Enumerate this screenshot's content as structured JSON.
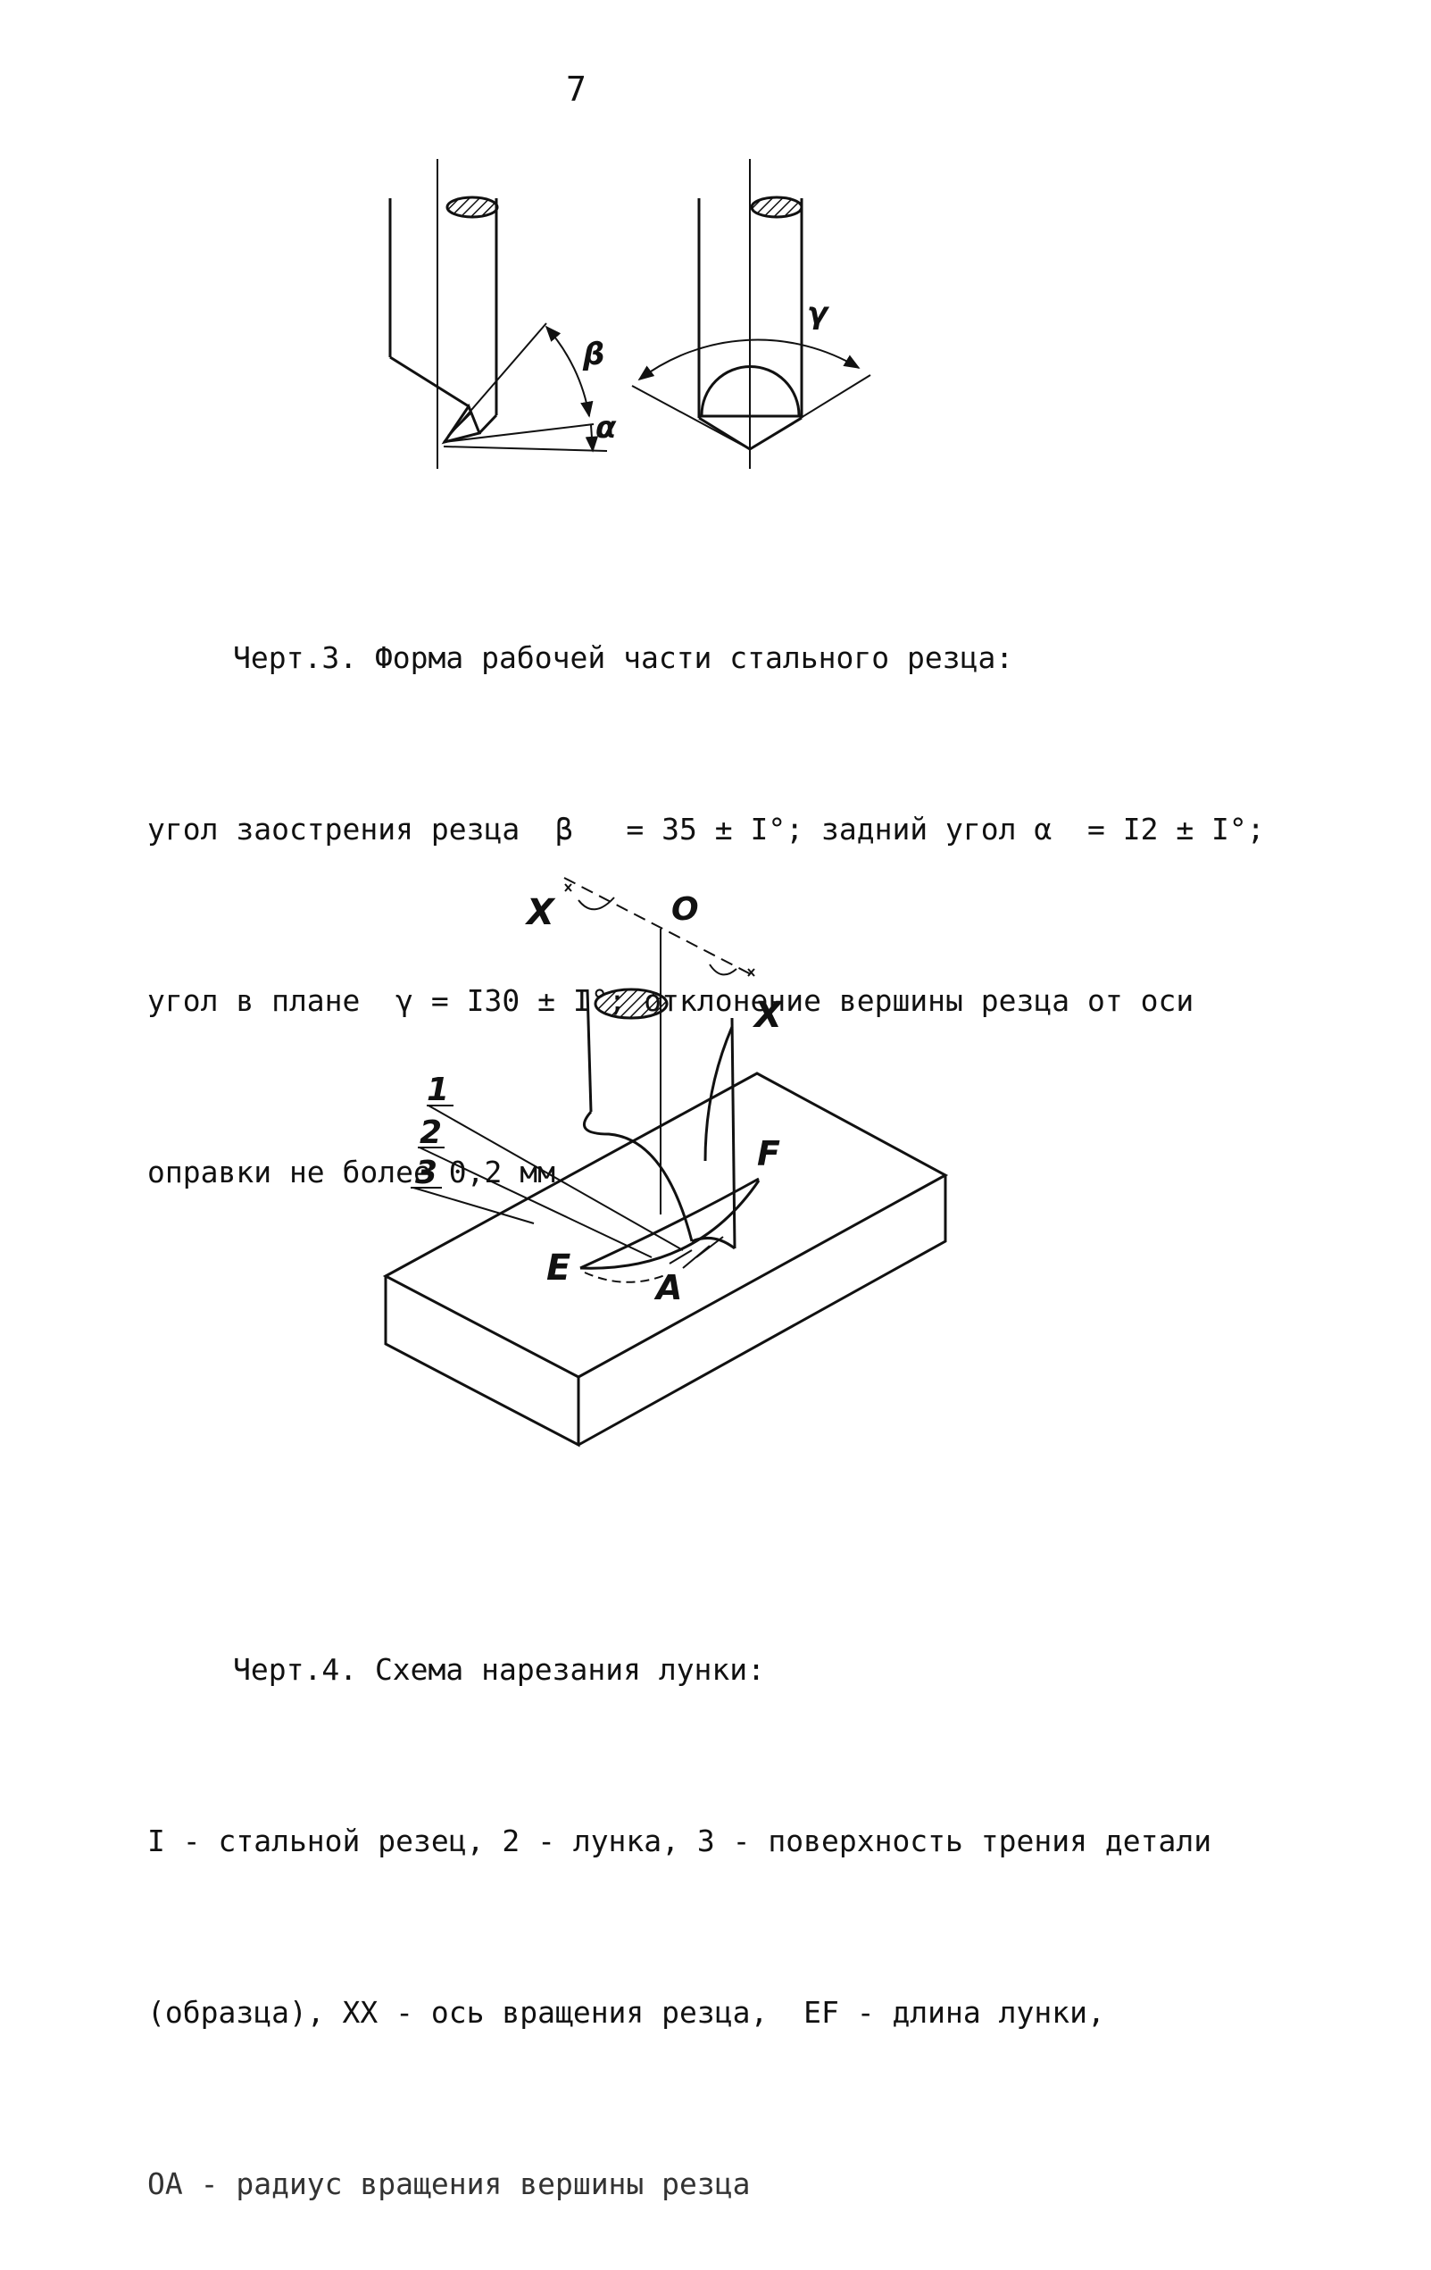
{
  "page_number": "7",
  "fig3": {
    "labels": {
      "beta": "β",
      "alpha": "α",
      "gamma": "γ"
    },
    "caption": {
      "title": "Черт.3. Форма рабочей части стального резца:",
      "line1": "угол заострения резца  β   = 35 ± I°; задний угол α  = I2 ± I°;",
      "line2": "угол в плане  γ = I30 ± I°; отклонение вершины резца от оси",
      "line3": "оправки не более 0,2 мм"
    }
  },
  "fig4": {
    "labels": {
      "x_left": "X",
      "x_right": "X",
      "o": "O",
      "n1": "1",
      "n2": "2",
      "n3": "3",
      "e": "E",
      "a": "A",
      "f": "F"
    },
    "caption": {
      "title": "Черт.4. Схема нарезания лунки:",
      "line1": "I - стальной резец, 2 - лунка, 3 - поверхность трения детали",
      "line2": "(образца), XX - ось вращения резца,  EF - длина лунки,",
      "line3": "OA - радиус вращения вершины резца"
    }
  }
}
